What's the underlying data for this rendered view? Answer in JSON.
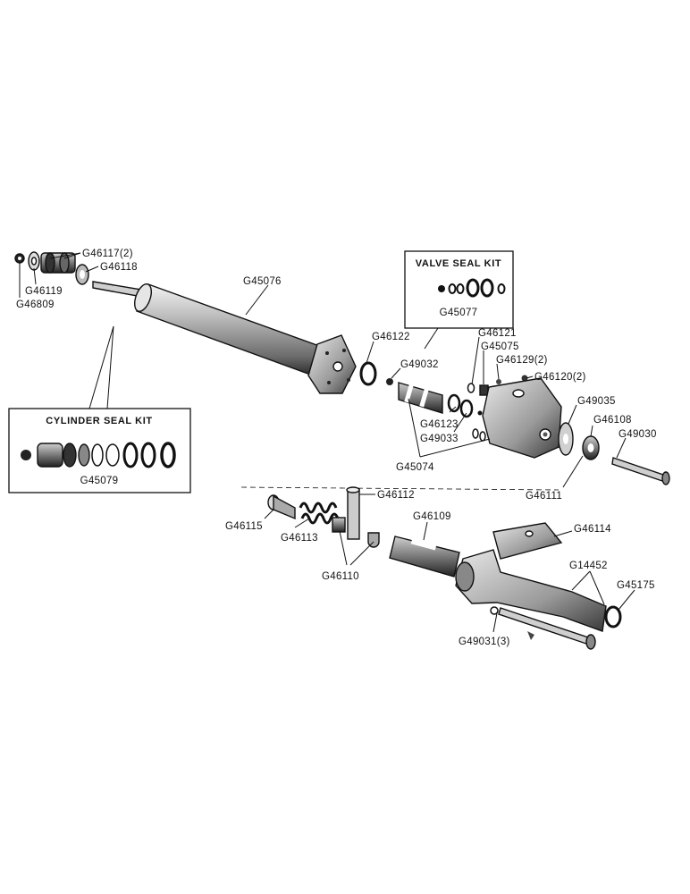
{
  "labels": {
    "g46117": "G46117(2)",
    "g46118": "G46118",
    "g46119": "G46119",
    "g46809": "G46809",
    "g45076": "G45076",
    "g46122": "G46122",
    "g49032": "G49032",
    "g46121": "G46121",
    "g45075": "G45075",
    "g46129": "G46129(2)",
    "g46120": "G46120(2)",
    "g49035": "G49035",
    "g46108": "G46108",
    "g49030": "G49030",
    "g46123": "G46123",
    "g49033": "G49033",
    "g45074": "G45074",
    "g46111": "G46111",
    "g46112": "G46112",
    "g46115": "G46115",
    "g46113": "G46113",
    "g46109": "G46109",
    "g46114": "G46114",
    "g46110": "G46110",
    "g14452": "G14452",
    "g45175": "G45175",
    "g49031": "G49031(3)"
  },
  "kits": {
    "valve": {
      "title": "VALVE SEAL KIT",
      "part": "G45077"
    },
    "cylinder": {
      "title": "CYLINDER SEAL KIT",
      "part": "G45079"
    }
  }
}
